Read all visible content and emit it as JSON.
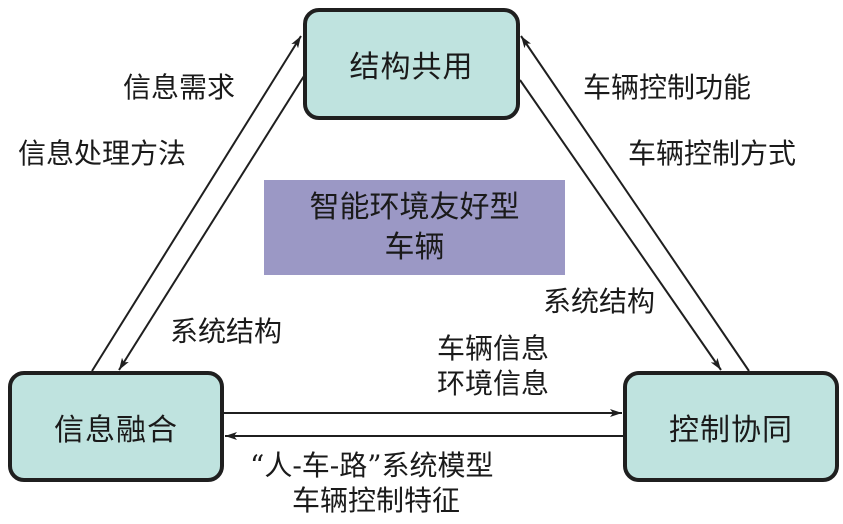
{
  "nodes": {
    "top": "结构共用",
    "bottom_left": "信息融合",
    "bottom_right": "控制协同"
  },
  "center": {
    "line1": "智能环境友好型",
    "line2": "车辆"
  },
  "edges": {
    "left_up_label": "信息需求",
    "left_up_label2": "信息处理方法",
    "left_down_label": "系统结构",
    "right_up_label": "车辆控制功能",
    "right_up_label2": "车辆控制方式",
    "right_down_label": "系统结构",
    "bottom_right_label1": "车辆信息",
    "bottom_right_label2": "环境信息",
    "bottom_left_label1": "“人-车-路”系统模型",
    "bottom_left_label2": "车辆控制特征"
  },
  "colors": {
    "node_fill": "#bfe3df",
    "center_fill": "#9b98c5",
    "stroke": "#1f1f1f"
  }
}
